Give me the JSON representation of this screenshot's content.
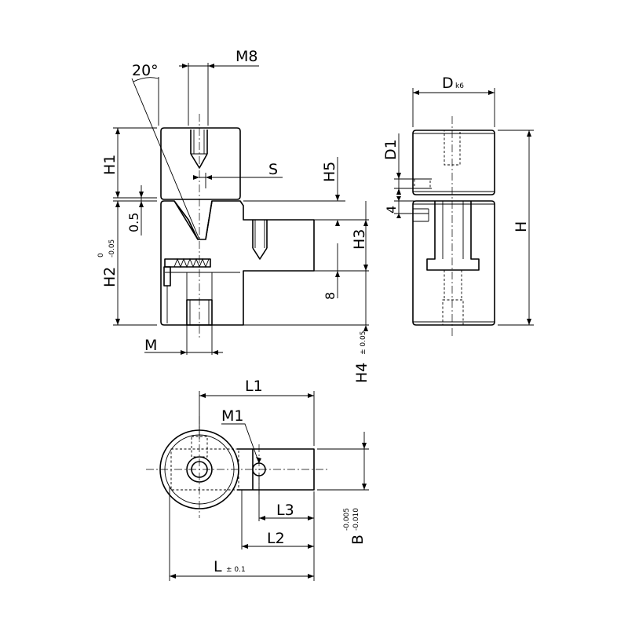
{
  "labels": {
    "m8": "M8",
    "angle": "20°",
    "s": "S",
    "h1": "H1",
    "h5": "H5",
    "d_main": "D",
    "d_sub": "k6",
    "d1": "D1",
    "four": "4",
    "h": "H",
    "half": "0.5",
    "h2_main": "H2",
    "h2_upper": "0",
    "h2_lower": "-0.05",
    "h3": "H3",
    "eight": "8",
    "m": "M",
    "h4_main": "H4",
    "h4_tol": "± 0.05",
    "l1": "L1",
    "m1": "M1",
    "l3": "L3",
    "l2": "L2",
    "l_main": "L",
    "l_tol": "± 0.1",
    "b_main": "B",
    "b_upper": "-0.005",
    "b_lower": "-0.010"
  }
}
